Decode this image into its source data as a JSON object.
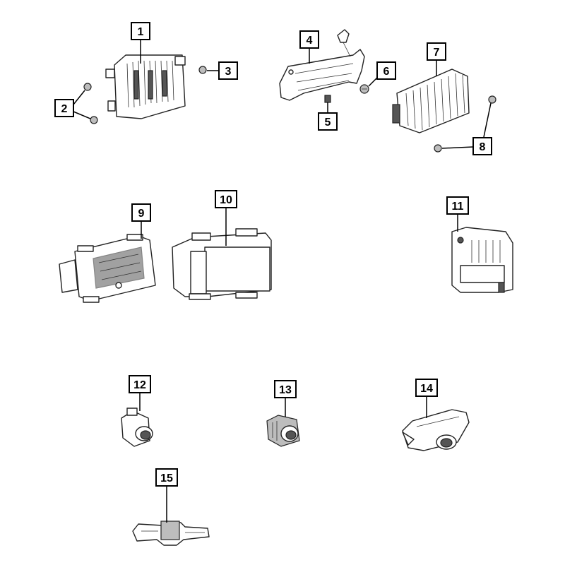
{
  "callouts": [
    {
      "id": "1",
      "label": "1"
    },
    {
      "id": "2",
      "label": "2"
    },
    {
      "id": "3",
      "label": "3"
    },
    {
      "id": "4",
      "label": "4"
    },
    {
      "id": "5",
      "label": "5"
    },
    {
      "id": "6",
      "label": "6"
    },
    {
      "id": "7",
      "label": "7"
    },
    {
      "id": "8",
      "label": "8"
    },
    {
      "id": "9",
      "label": "9"
    },
    {
      "id": "10",
      "label": "10"
    },
    {
      "id": "11",
      "label": "11"
    },
    {
      "id": "12",
      "label": "12"
    },
    {
      "id": "13",
      "label": "13"
    },
    {
      "id": "14",
      "label": "14"
    },
    {
      "id": "15",
      "label": "15"
    }
  ],
  "colors": {
    "line": "#000000",
    "background": "#ffffff",
    "shade": "#555555"
  }
}
